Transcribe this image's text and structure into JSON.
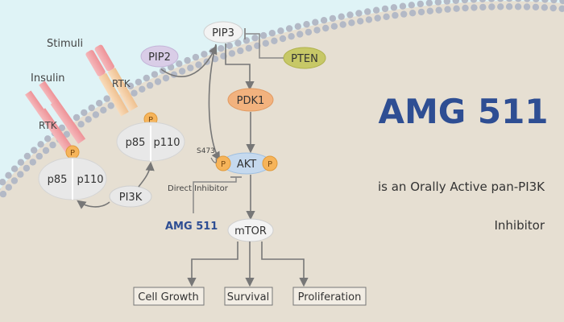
{
  "heading": {
    "title": "AMG 511",
    "line1": "is an Orally Active pan-PI3K",
    "line2": "Inhibitor"
  },
  "labels": {
    "stimuli": "Stimuli",
    "insulin": "Insulin",
    "rtk": "RTK",
    "p85": "p85",
    "p110": "p110",
    "phospho": "P",
    "s473": "S473",
    "direct_inhibitor": "Direct Inhibitor",
    "drug": "AMG 511"
  },
  "nodes": {
    "pip2": "PIP2",
    "pip3": "PIP3",
    "pten": "PTEN",
    "pdk1": "PDK1",
    "akt": "AKT",
    "pi3k": "PI3K",
    "mtor": "mTOR"
  },
  "outcomes": [
    "Cell Growth",
    "Survival",
    "Proliferation"
  ],
  "colors": {
    "background": "#e6dfd2",
    "cell_outside": "#dff3f6",
    "membrane_bead": "#b3b9c6",
    "title_blue": "#2e4e93",
    "pip2_fill": "#d9cde7",
    "pten_fill": "#c7c867",
    "pdk1_fill": "#f2b27e",
    "akt_fill": "#c5d9ee",
    "phospho_fill": "#f6b45a",
    "receptor_pink": "#f2a6aa",
    "receptor_tan": "#f4cfa8"
  }
}
